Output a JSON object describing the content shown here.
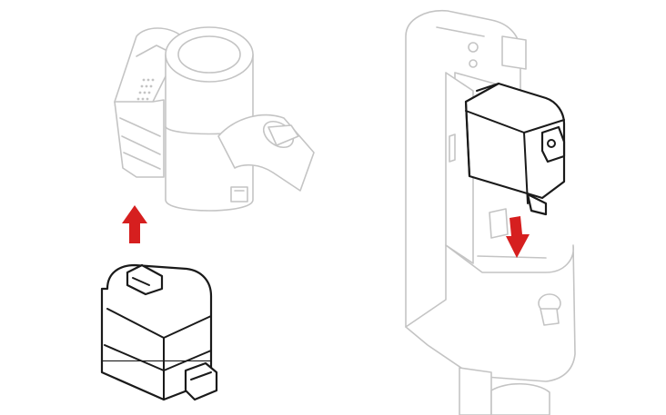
{
  "figure": {
    "panels": [
      {
        "name": "handheld-vacuum-panel",
        "items": [
          "vacuum-handle-body",
          "battery-pack",
          "insert-arrow"
        ]
      },
      {
        "name": "charging-dock-panel",
        "items": [
          "dock-stand",
          "battery-pack",
          "insert-arrow"
        ]
      }
    ]
  },
  "colors": {
    "background": "#ffffff",
    "ghost_outline": "#c4c4c4",
    "part_outline": "#1a1a1a",
    "arrow": "#d61f1f"
  },
  "arrows": [
    {
      "panel": "handheld-vacuum-panel",
      "direction": "up"
    },
    {
      "panel": "charging-dock-panel",
      "direction": "down"
    }
  ]
}
